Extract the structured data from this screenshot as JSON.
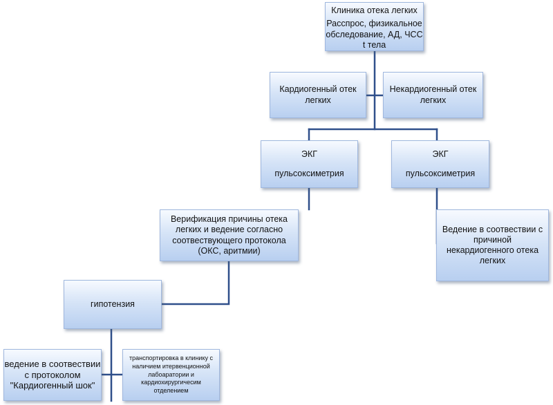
{
  "nodes": {
    "clinic": {
      "title": "Клиника отека легких",
      "lines": [
        "Расспрос, физикальное",
        "обследование, АД, ЧСС",
        "t тела"
      ]
    },
    "cardiogenic": {
      "lines": [
        "Кардиогенный отек",
        "легких"
      ]
    },
    "noncardiogenic": {
      "lines": [
        "Некардиогенный отек",
        "легких"
      ]
    },
    "ekg_left": {
      "lines": [
        "ЭКГ",
        "пульсоксиметрия"
      ]
    },
    "ekg_right": {
      "lines": [
        "ЭКГ",
        "пульсоксиметрия"
      ]
    },
    "verification": {
      "lines": [
        "Верификация причины отека",
        "легких  и ведение  согласно",
        "соотвествующего протокола",
        "(ОКС, аритмии)"
      ]
    },
    "noncardio_management": {
      "lines": [
        "Ведение в соотвествии  с",
        "причиной",
        "некардиогенного отека",
        "легких"
      ]
    },
    "hypotension": {
      "lines": [
        "гипотензия"
      ]
    },
    "cardiogenic_shock": {
      "lines": [
        "ведение в соотвествии",
        "с протоколом",
        "\"Кардиогенный шок\""
      ]
    },
    "transport": {
      "lines": [
        "транспортировка в клинику с",
        "наличием итервенционной",
        "лабоаратории и",
        "кардиохирургичесим",
        "отделением"
      ]
    }
  },
  "colors": {
    "connector": "#2f4f8a",
    "box_border": "#9fb7de",
    "box_fill_top": "#f7faff",
    "box_fill_bottom": "#b8cff0"
  }
}
